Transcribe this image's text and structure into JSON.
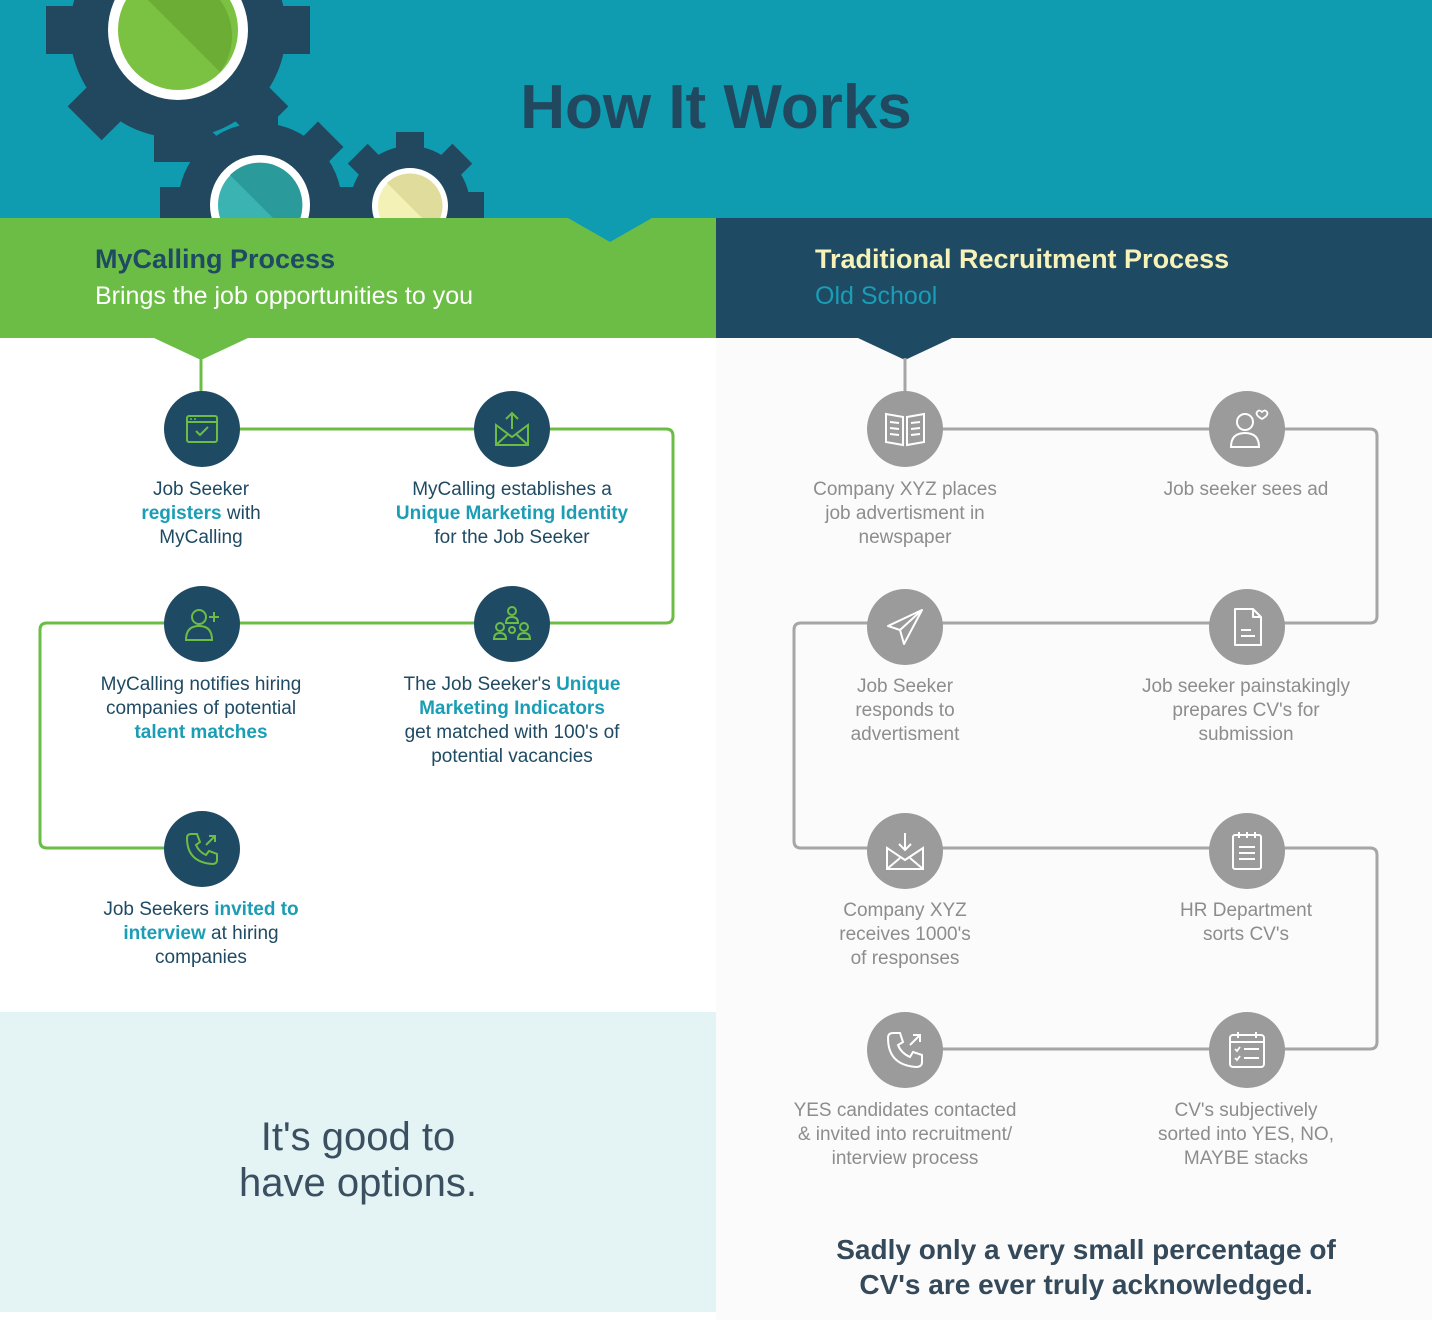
{
  "header": {
    "title": "How It Works"
  },
  "colors": {
    "teal_band": "#0f9cb0",
    "navy": "#1f4a63",
    "green": "#6cbd45",
    "highlight": "#1a9db5",
    "cream": "#f7f3b8",
    "grey_icon": "#9b9b9b",
    "grey_text": "#8d8d8d",
    "options_bg": "#e4f3f4"
  },
  "mycalling": {
    "title": "MyCalling Process",
    "subtitle": "Brings the job opportunities to you",
    "steps": [
      {
        "icon": "browser-check-icon",
        "t1": "Job Seeker",
        "h1": "registers",
        "t2": " with",
        "t3": "MyCalling"
      },
      {
        "icon": "envelope-upload-icon",
        "t1": "MyCalling establishes a",
        "h1": "Unique Marketing Identity",
        "t2": "for the Job Seeker"
      },
      {
        "icon": "add-user-icon",
        "t1": "MyCalling notifies hiring",
        "t2": "companies of potential",
        "h1": "talent matches"
      },
      {
        "icon": "people-network-icon",
        "t1": "The Job Seeker's ",
        "h1": "Unique",
        "h2": "Marketing Indicators",
        "t2": "get matched with 100's of",
        "t3": "potential vacancies"
      },
      {
        "icon": "phone-call-icon",
        "t1": "Job Seekers ",
        "h1": "invited to",
        "h2": "interview",
        "t2": " at hiring",
        "t3": "companies"
      }
    ]
  },
  "traditional": {
    "title": "Traditional Recruitment Process",
    "subtitle": "Old School",
    "steps": [
      {
        "icon": "newspaper-icon",
        "lines": [
          "Company XYZ places",
          "job advertisment in",
          "newspaper"
        ]
      },
      {
        "icon": "person-heart-icon",
        "lines": [
          "Job seeker sees ad"
        ]
      },
      {
        "icon": "paper-plane-icon",
        "lines": [
          "Job Seeker",
          "responds to",
          "advertisment"
        ]
      },
      {
        "icon": "document-icon",
        "lines": [
          "Job seeker painstakingly",
          "prepares CV's for",
          "submission"
        ]
      },
      {
        "icon": "envelope-download-icon",
        "lines": [
          "Company XYZ",
          "receives 1000's",
          "of responses"
        ]
      },
      {
        "icon": "clipboard-list-icon",
        "lines": [
          "HR Department",
          "sorts CV's"
        ]
      },
      {
        "icon": "phone-call-icon",
        "lines": [
          "YES candidates contacted",
          "& invited into recruitment/",
          "interview process"
        ]
      },
      {
        "icon": "calendar-checklist-icon",
        "lines": [
          "CV's subjectively",
          "sorted into YES, NO,",
          "MAYBE stacks"
        ]
      }
    ]
  },
  "options": {
    "line1": "It's good to",
    "line2": "have options."
  },
  "note": {
    "line1": "Sadly only a very small percentage of",
    "line2": "CV's are ever truly acknowledged."
  }
}
